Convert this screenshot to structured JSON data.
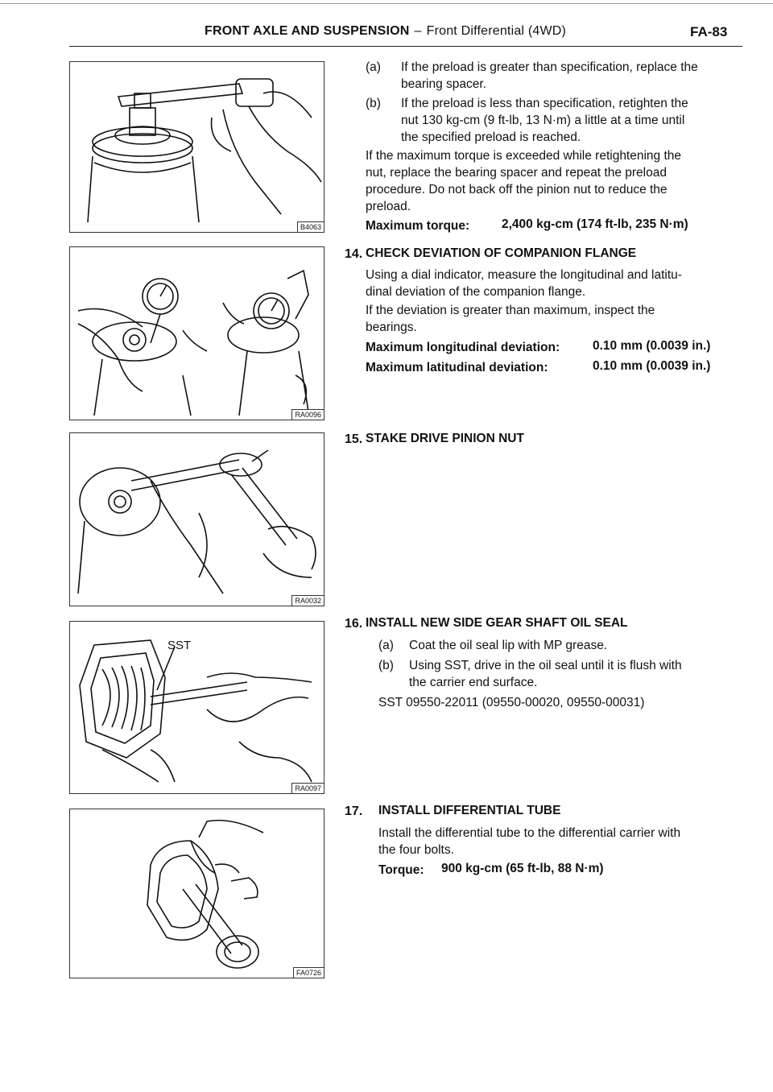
{
  "header": {
    "section": "FRONT AXLE AND SUSPENSION",
    "dash": "–",
    "subsection": "Front Differential (4WD)",
    "page": "FA-83"
  },
  "figures": [
    {
      "code": "B4063",
      "icon": "torque-wrench-preload-illustration"
    },
    {
      "code": "RA0096",
      "icon": "dial-indicator-flange-illustration"
    },
    {
      "code": "RA0032",
      "icon": "hammer-staking-illustration"
    },
    {
      "code": "RA0097",
      "icon": "sst-oil-seal-illustration",
      "label": "SST"
    },
    {
      "code": "FA0726",
      "icon": "differential-tube-illustration"
    }
  ],
  "step13": {
    "a_label": "(a)",
    "a_text_1": "If the preload is greater than specification, replace the",
    "a_text_2": "bearing spacer.",
    "b_label": "(b)",
    "b_text_1": "If the preload is less than specification, retighten the",
    "b_text_2": "nut 130 kg-cm (9 ft-lb, 13 N·m) a little at a time until",
    "b_text_3": "the specified preload is reached.",
    "para_1": "If the maximum torque is exceeded while retightening the",
    "para_2": "nut, replace the bearing spacer and repeat the preload",
    "para_3": "procedure. Do not back off the pinion nut to reduce the",
    "para_4": "preload.",
    "spec_label": "Maximum torque:",
    "spec_value": "2,400 kg-cm (174 ft-lb, 235 N·m)"
  },
  "step14": {
    "number": "14.",
    "title": "CHECK DEVIATION OF COMPANION FLANGE",
    "line_1": "Using a dial indicator, measure the longitudinal and latitu-",
    "line_2": "dinal deviation of the companion flange.",
    "line_3": "If the deviation is greater than maximum, inspect the",
    "line_4": "bearings.",
    "spec1_label": "Maximum longitudinal deviation:",
    "spec1_value": "0.10 mm (0.0039 in.)",
    "spec2_label": "Maximum latitudinal deviation:",
    "spec2_value": "0.10 mm (0.0039 in.)"
  },
  "step15": {
    "number": "15.",
    "title": "STAKE DRIVE PINION NUT"
  },
  "step16": {
    "number": "16.",
    "title": "INSTALL NEW SIDE GEAR SHAFT OIL SEAL",
    "a_label": "(a)",
    "a_text": "Coat the oil seal lip with MP grease.",
    "b_label": "(b)",
    "b_text_1": "Using SST, drive in the oil seal until it is flush with",
    "b_text_2": "the carrier end surface.",
    "sst": "SST 09550-22011 (09550-00020, 09550-00031)"
  },
  "step17": {
    "number": "17.",
    "title": "INSTALL DIFFERENTIAL TUBE",
    "line_1": "Install the differential tube to the differential carrier with",
    "line_2": "the four bolts.",
    "spec_label": "Torque:",
    "spec_value": "900 kg-cm (65 ft-lb, 88 N·m)"
  }
}
